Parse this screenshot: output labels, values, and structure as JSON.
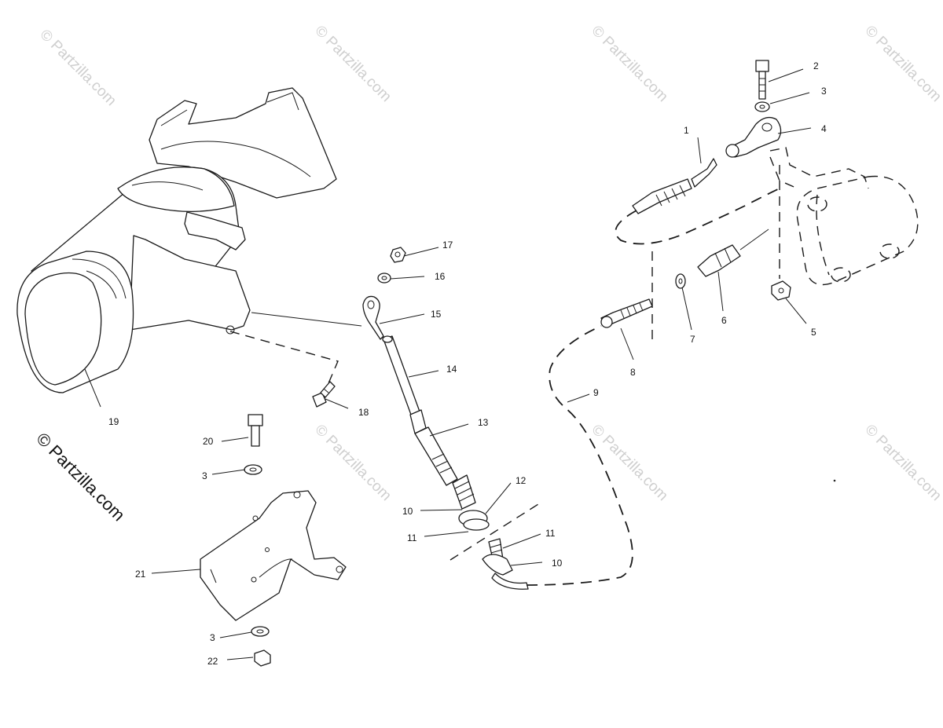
{
  "watermark": {
    "text": "© Partzilla.com",
    "main_text": "© Partzilla.com"
  },
  "callouts": {
    "c1": "1",
    "c2": "2",
    "c3a": "3",
    "c4": "4",
    "c5": "5",
    "c6": "6",
    "c7": "7",
    "c8": "8",
    "c9": "9",
    "c10a": "10",
    "c10b": "10",
    "c11a": "11",
    "c11b": "11",
    "c12": "12",
    "c13": "13",
    "c14": "14",
    "c15": "15",
    "c16": "16",
    "c17": "17",
    "c18": "18",
    "c19": "19",
    "c20": "20",
    "c3b": "3",
    "c21": "21",
    "c3c": "3",
    "c22": "22"
  }
}
